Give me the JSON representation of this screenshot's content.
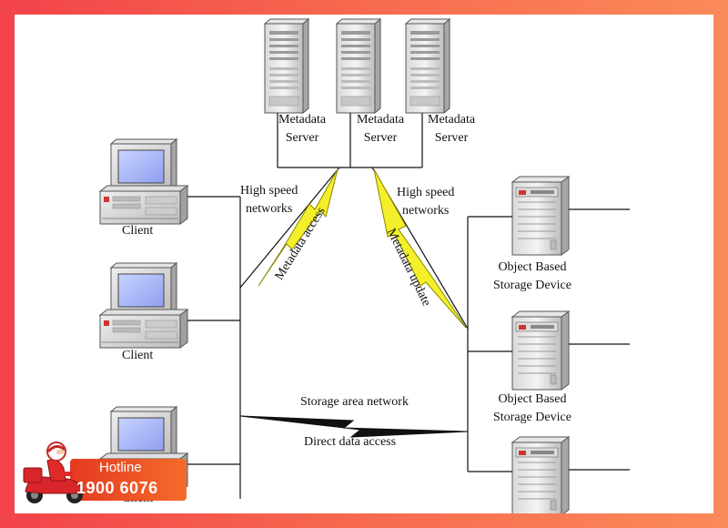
{
  "diagram": {
    "metadata_servers": [
      {
        "line1": "Metadata",
        "line2": "Server"
      },
      {
        "line1": "Metadata",
        "line2": "Server"
      },
      {
        "line1": "Metadata",
        "line2": "Server"
      }
    ],
    "clients": [
      "Client",
      "Client",
      "Client"
    ],
    "storage_devices": [
      {
        "line1": "Object Based",
        "line2": "Storage Device"
      },
      {
        "line1": "Object Based",
        "line2": "Storage Device"
      }
    ],
    "left_network": {
      "line1": "High speed",
      "line2": "networks"
    },
    "right_network": {
      "line1": "High speed",
      "line2": "networks"
    },
    "metadata_access": "Metadata access",
    "metadata_update": "Metadata update",
    "storage_area_network": "Storage area network",
    "direct_data_access": "Direct data access"
  },
  "hotline": {
    "label": "Hotline",
    "number": "1900 6076",
    "icon": "scooter-delivery-icon"
  },
  "colors": {
    "background_start": "#f2434a",
    "background_end": "#fb8a5a",
    "lightning_fill": "#f3ef2b",
    "hotline_accent": "#e43a22"
  }
}
